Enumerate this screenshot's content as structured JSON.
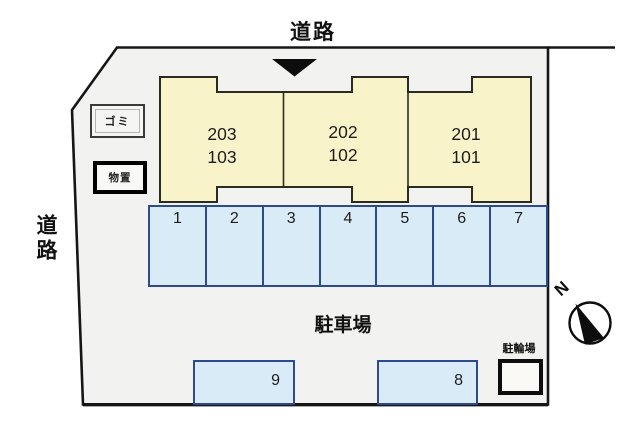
{
  "diagram": {
    "type": "apartment-site-plan",
    "road_top": "道路",
    "road_left": "道路",
    "parking_lot": "駐車場",
    "bicycle_parking": "駐輪場",
    "garbage": "ゴミ",
    "storage": "物置",
    "compass_north": "N"
  },
  "building": {
    "units": [
      {
        "upper": "203",
        "lower": "103"
      },
      {
        "upper": "202",
        "lower": "102"
      },
      {
        "upper": "201",
        "lower": "101"
      }
    ]
  },
  "parking": {
    "row_stalls": [
      "1",
      "2",
      "3",
      "4",
      "5",
      "6",
      "7"
    ],
    "island_stalls": [
      {
        "number": "9"
      },
      {
        "number": "8"
      }
    ]
  },
  "icons": {
    "road_direction_arrow": "down-triangle",
    "compass": "north-needle-circle"
  },
  "colors": {
    "building_fill": "#f8f3c8",
    "building_outline": "#2b2b22",
    "parking_fill": "#d9ebf7",
    "parking_border": "#2e4a8e",
    "site_fill": "#f2f2f0",
    "outline": "#161616"
  }
}
